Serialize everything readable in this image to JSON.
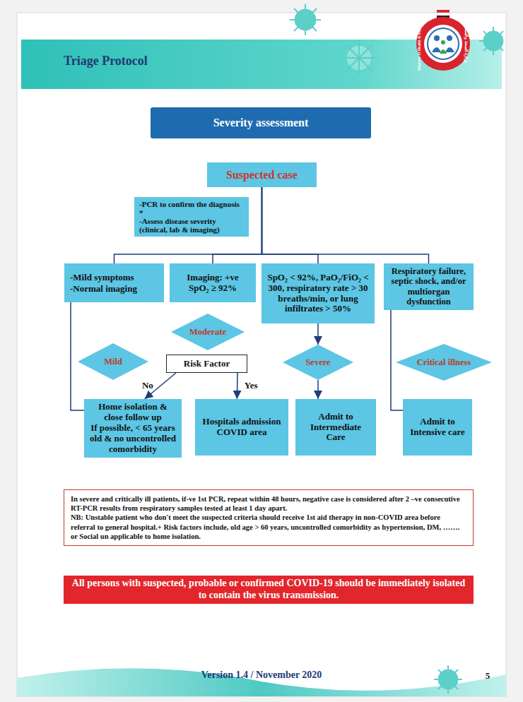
{
  "diagram": {
    "title": "Triage Protocol",
    "nodes": [
      {
        "text": [
          "Severity assessment"
        ]
      },
      {
        "text": [
          "Suspected case"
        ]
      },
      {
        "text": [
          "-PCR to confirm the diagnosis *",
          "-Assess disease severity (clinical, lab & imaging)"
        ]
      },
      {
        "text": [
          "-Mild symptoms",
          "-Normal imaging"
        ]
      },
      {
        "text": [
          "Imaging: +ve",
          "SpO₂ ≥ 92%"
        ]
      },
      {
        "text": [
          "SpO₂ < 92%, PaO₂/FiO₂ < 300, respiratory rate > 30 breaths/min, or lung infiltrates > 50%"
        ]
      },
      {
        "text": [
          "Respiratory failure, septic shock, and/or multiorgan dysfunction"
        ]
      },
      {
        "text": [
          "Moderate"
        ]
      },
      {
        "text": [
          "Mild"
        ]
      },
      {
        "text": [
          "Risk Factor"
        ]
      },
      {
        "text": [
          "Severe"
        ]
      },
      {
        "text": [
          "Critical illness"
        ]
      },
      {
        "text": [
          "Home isolation & close follow up",
          "If possible, < 65 years old & no uncontrolled comorbidity"
        ]
      },
      {
        "text": [
          "Hospitals admission COVID area"
        ]
      },
      {
        "text": [
          "Admit to Intermediate Care"
        ]
      },
      {
        "text": [
          "Admit to Intensive care"
        ]
      },
      {
        "text": [
          "In severe and critically ill patients, if-ve 1st PCR, repeat within 48 hours, negative case is considered after 2 –ve consecutive RT-PCR results from respiratory samples tested at least 1 day apart.",
          "NB: Unstable patient who don't meet the suspected criteria should receive 1st aid therapy in non-COVID area before referral to general hospital.+ Risk factors include, old age > 60 years, uncontrolled comorbidity as hypertension, DM, ……. or Social un applicable to home isolation."
        ]
      },
      {
        "text": [
          "All persons with suspected, probable or confirmed COVID-19 should be immediately isolated to contain the virus transmission."
        ]
      }
    ],
    "edges": [
      {
        "from": 1,
        "to": 3,
        "arrow": "none"
      },
      {
        "from": 1,
        "to": 4,
        "arrow": "none"
      },
      {
        "from": 1,
        "to": 5,
        "arrow": "none"
      },
      {
        "from": 1,
        "to": 6,
        "arrow": "none"
      },
      {
        "from": 3,
        "to": 12,
        "arrow": "none"
      },
      {
        "from": 9,
        "to": 12,
        "label": "No",
        "arrow": "to"
      },
      {
        "from": 9,
        "to": 13,
        "label": "Yes",
        "arrow": "to"
      },
      {
        "from": 5,
        "to": 10,
        "arrow": "to"
      },
      {
        "from": 10,
        "to": 14,
        "arrow": "to"
      },
      {
        "from": 6,
        "to": 15,
        "arrow": "none"
      }
    ],
    "labels": [
      "Ministry of Health & Population",
      "وزارة الصحة والسكان",
      "Version 1.4 / November 2020",
      "5"
    ]
  }
}
